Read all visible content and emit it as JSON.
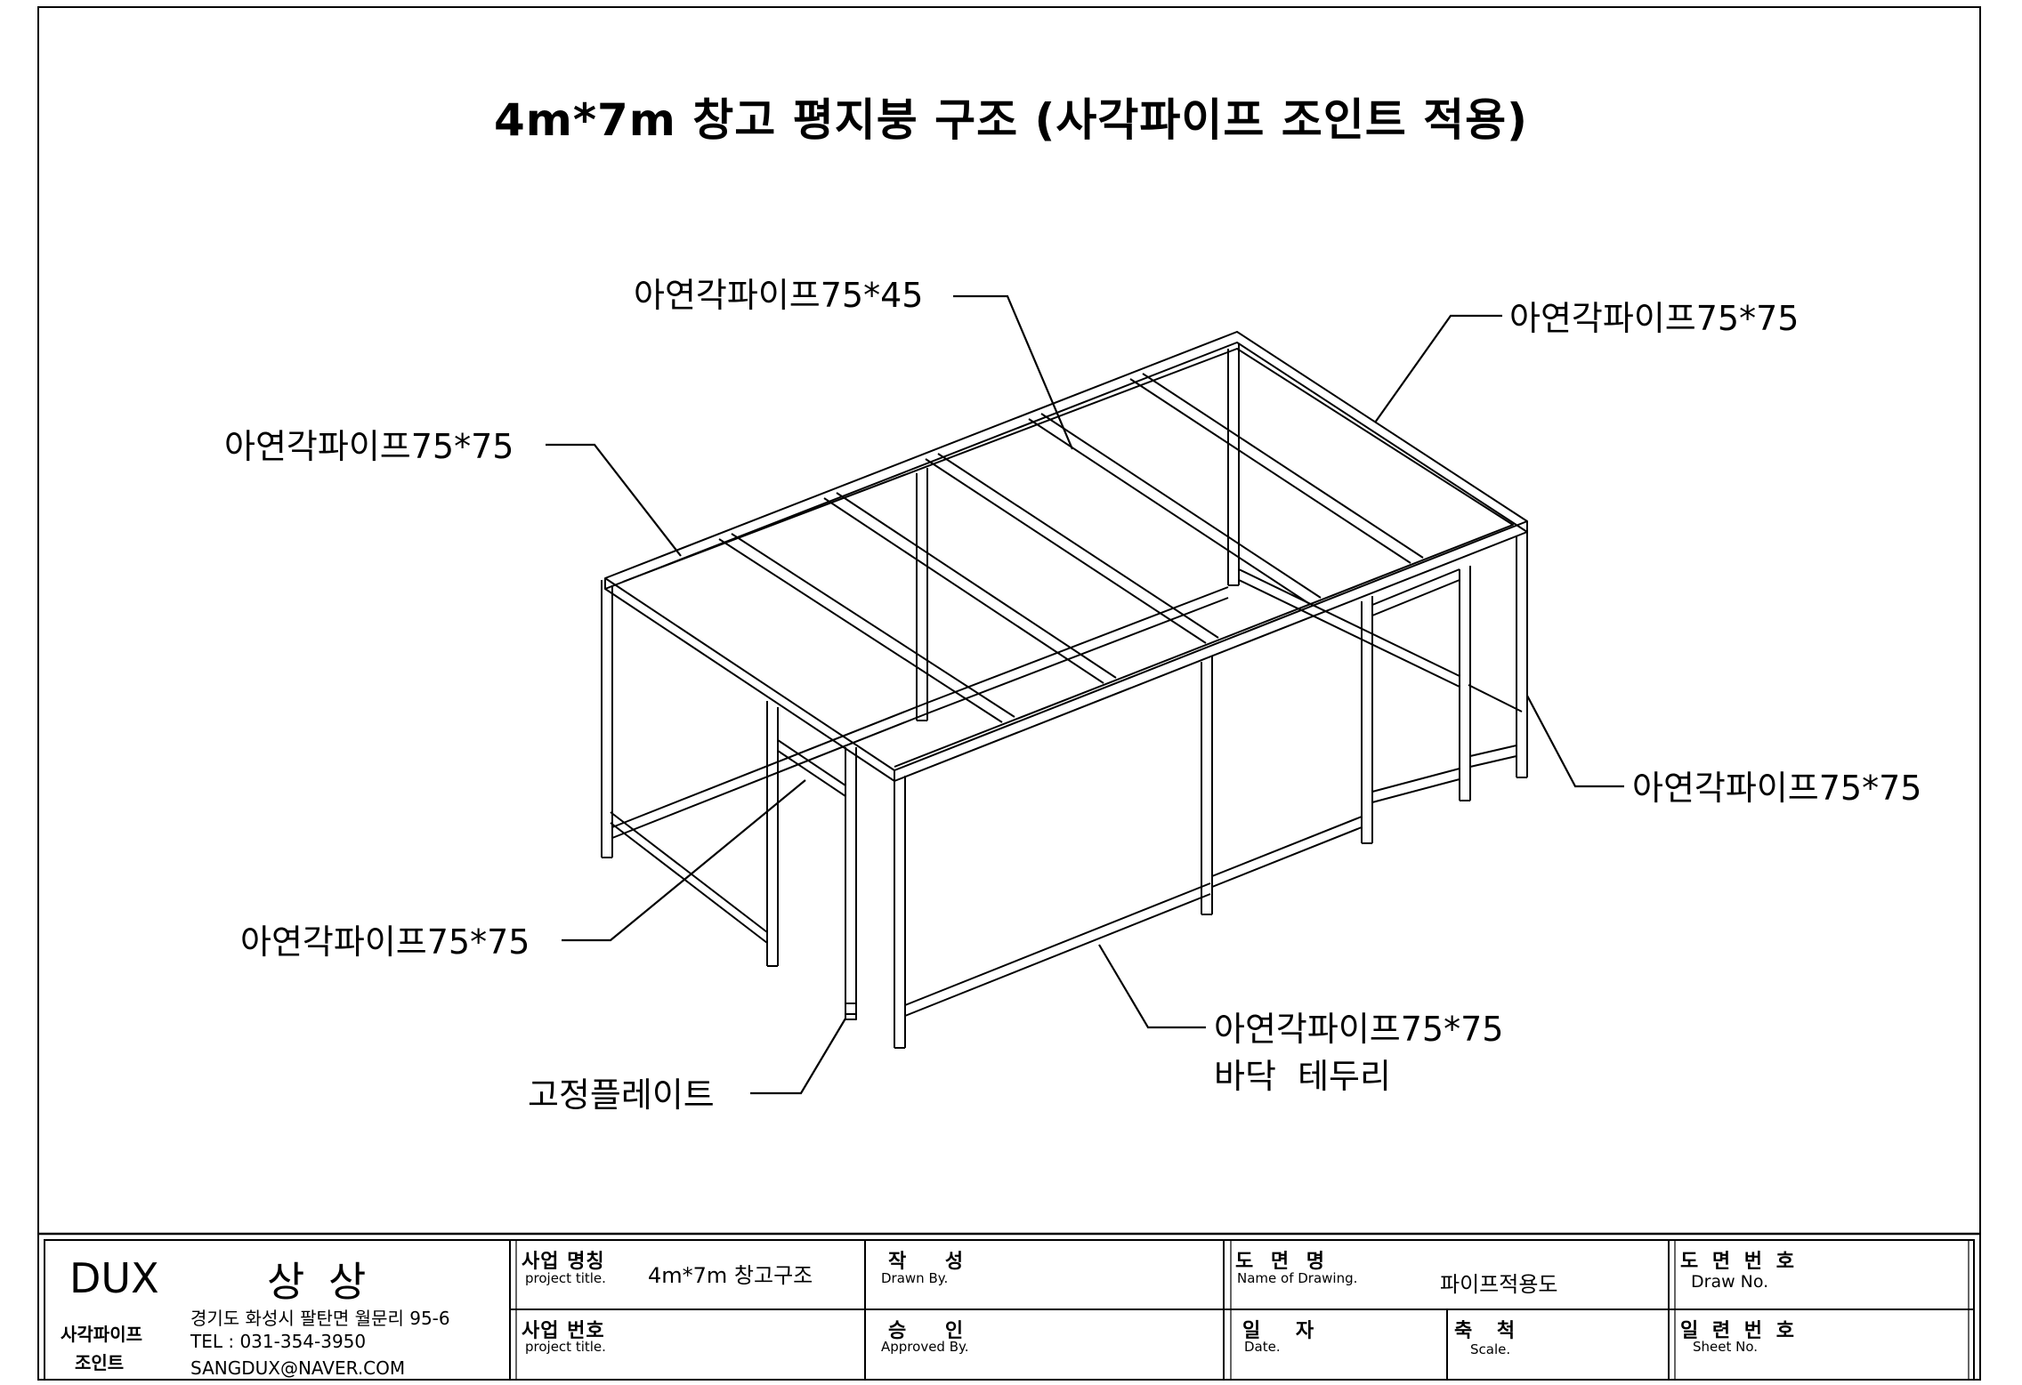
{
  "title": "4m*7m 창고 평지붕 구조 (사각파이프 조인트 적용)",
  "callouts": {
    "top_center": "아연각파이프75*45",
    "top_right": "아연각파이프75*75",
    "top_left": "아연각파이프75*75",
    "right": "아연각파이프75*75",
    "left": "아연각파이프75*75",
    "bottom_line1": "아연각파이프75*75",
    "bottom_line2": "바닥  테두리",
    "plate": "고정플레이트"
  },
  "title_block": {
    "brand": "DUX",
    "company": "상 상",
    "product_line1": "사각파이프",
    "product_line2": "조인트",
    "address": "경기도 화성시 팔탄면 월문리 95-6",
    "tel": "TEL : 031-354-3950",
    "email": "SANGDUX@NAVER.COM",
    "project_title_label": "사업 명칭",
    "project_title_sub": "project title.",
    "project_title_value": "4m*7m 창고구조",
    "project_no_label": "사업 번호",
    "project_no_sub": "project title.",
    "drawn_label": "작 성",
    "drawn_sub": "Drawn By.",
    "approved_label": "승 인",
    "approved_sub": "Approved By.",
    "drawing_name_label": "도 면 명",
    "drawing_name_sub": "Name of Drawing.",
    "drawing_name_value": "파이프적용도",
    "date_label": "일 자",
    "date_sub": "Date.",
    "scale_label": "축 척",
    "scale_sub": "Scale.",
    "draw_no_label": "도 면 번 호",
    "draw_no_sub": "Draw No.",
    "sheet_no_label": "일 련 번 호",
    "sheet_no_sub": "Sheet No."
  }
}
